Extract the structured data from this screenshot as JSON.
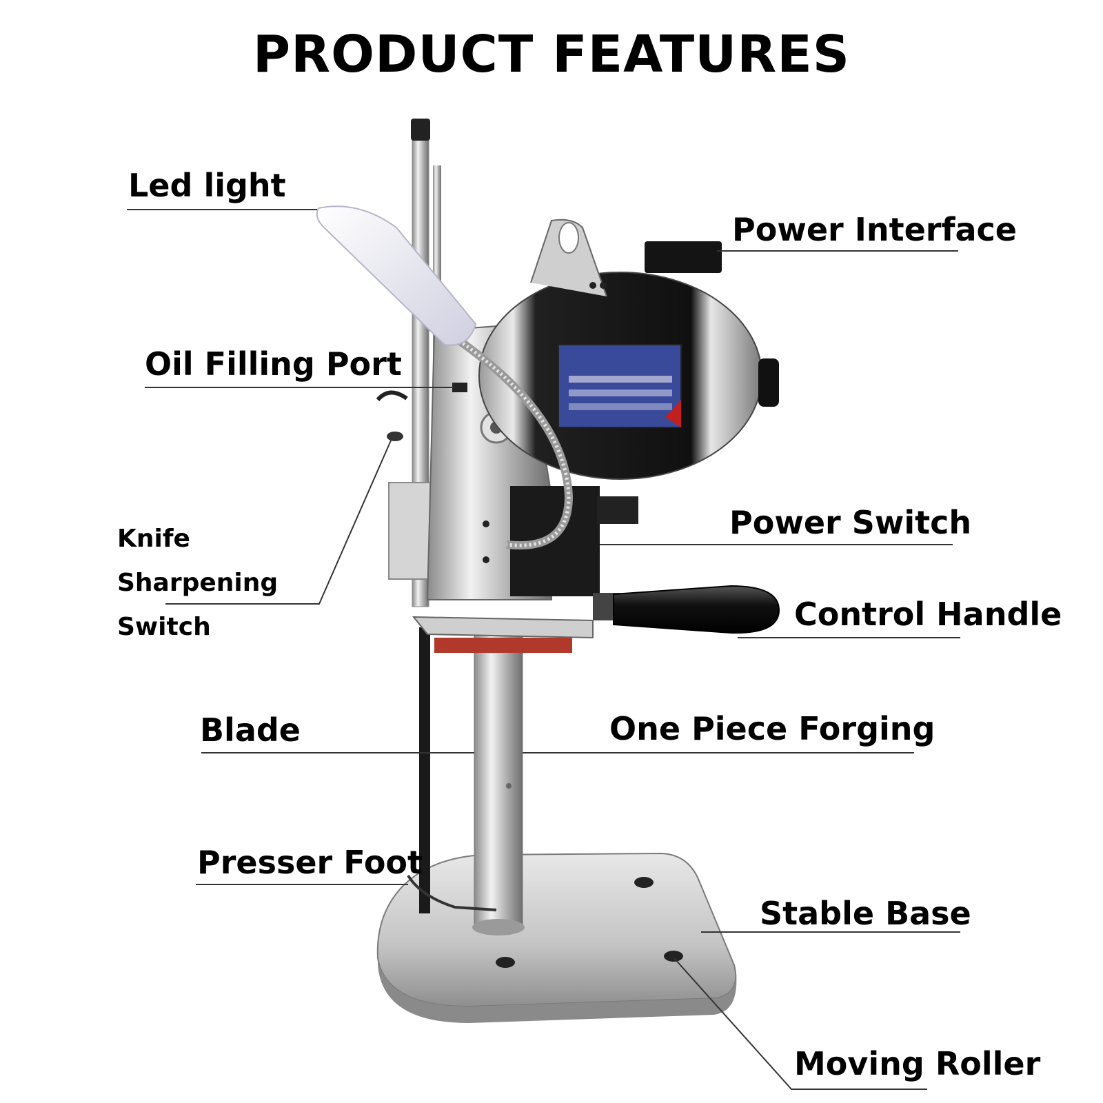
{
  "title": "PRODUCT FEATURES",
  "callouts": {
    "led_light": "Led light",
    "power_interface": "Power Interface",
    "oil_filling_port": "Oil Filling Port",
    "knife_sharpening_line1": "Knife Sharpening",
    "knife_sharpening_line2": "Switch",
    "power_switch": "Power Switch",
    "control_handle": "Control Handle",
    "blade": "Blade",
    "one_piece_forging": "One Piece Forging",
    "presser_foot": "Presser Foot",
    "stable_base": "Stable Base",
    "moving_roller": "Moving Roller"
  },
  "colors": {
    "background": "#ffffff",
    "text": "#000000",
    "leader_line": "#333333",
    "motor_body": "#1c1c1c",
    "chrome": "#c8c8c8",
    "nameplate": "#3a4a9a",
    "gasket": "#b0392b"
  },
  "icons": {
    "machine": "cloth-cutting-machine-illustration"
  }
}
